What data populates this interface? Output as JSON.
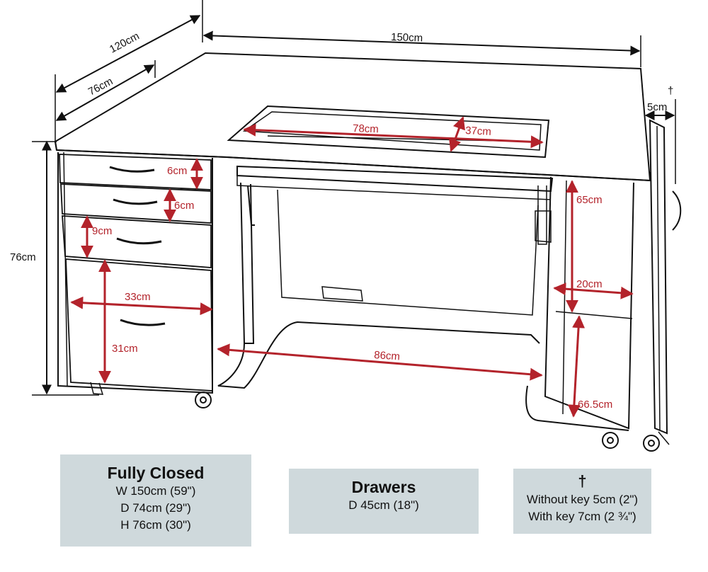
{
  "dimensions": {
    "top_width": "150cm",
    "depth_outer": "120cm",
    "depth_inner": "76cm",
    "side_gap": "5cm",
    "dagger": "†",
    "height": "76cm",
    "opening_width": "78cm",
    "opening_depth": "37cm",
    "drawer1_height": "6cm",
    "drawer2_height": "6cm",
    "drawer3_height": "9cm",
    "drawer_width": "33cm",
    "drawer4_height": "31cm",
    "knee_width": "86cm",
    "right_upper_height": "65cm",
    "right_depth": "20cm",
    "right_lower_height": "66.5cm"
  },
  "info_boxes": {
    "closed": {
      "title": "Fully Closed",
      "lines": [
        "W 150cm (59\")",
        "D 74cm (29\")",
        "H 76cm (30\")"
      ]
    },
    "drawers": {
      "title": "Drawers",
      "lines": [
        "D 45cm (18\")"
      ]
    },
    "key": {
      "title": "†",
      "lines": [
        "Without key 5cm (2\")",
        "With key 7cm (2 ¾\")"
      ]
    }
  },
  "colors": {
    "line": "#111111",
    "accent_red": "#b3232b",
    "box_fill": "#cfd9dc"
  }
}
